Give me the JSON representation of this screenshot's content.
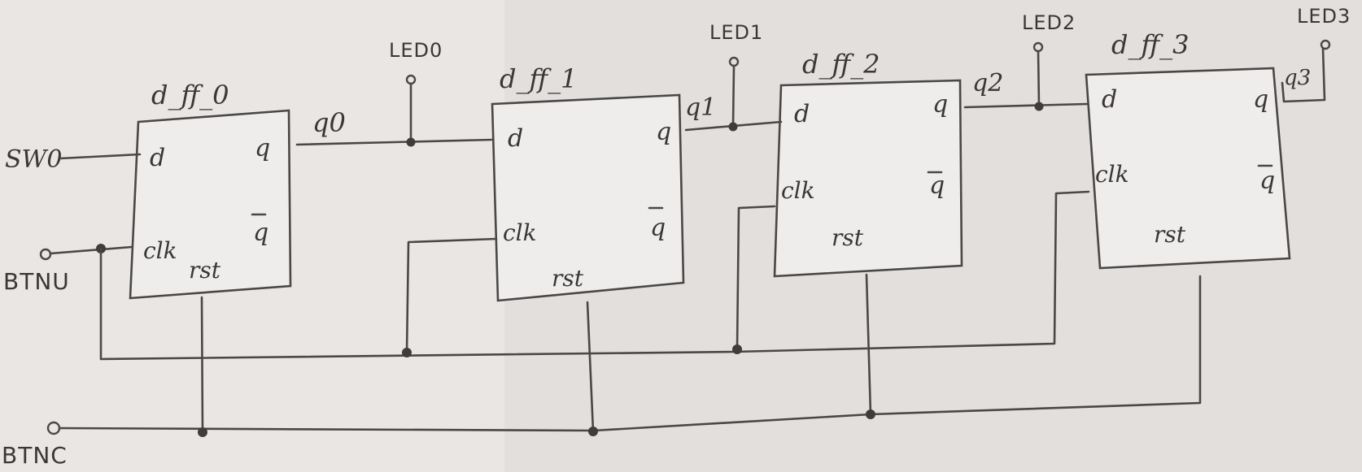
{
  "flip_flops": [
    {
      "name": "d_ff_0",
      "d": "d",
      "clk": "clk",
      "q": "q",
      "qbar": "q",
      "rst": "rst"
    },
    {
      "name": "d_ff_1",
      "d": "d",
      "clk": "clk",
      "q": "q",
      "qbar": "q",
      "rst": "rst"
    },
    {
      "name": "d_ff_2",
      "d": "d",
      "clk": "clk",
      "q": "q",
      "qbar": "q",
      "rst": "rst"
    },
    {
      "name": "d_ff_3",
      "d": "d",
      "clk": "clk",
      "q": "q",
      "qbar": "q",
      "rst": "rst"
    }
  ],
  "inputs": {
    "switch": "SW0",
    "clock_button": "BTNU",
    "reset_button": "BTNC"
  },
  "outputs": {
    "led0": "LED0",
    "led1": "LED1",
    "led2": "LED2",
    "led3": "LED3"
  },
  "nets": {
    "q0": "q0",
    "q1": "q1",
    "q2": "q2",
    "q3": "q3"
  }
}
